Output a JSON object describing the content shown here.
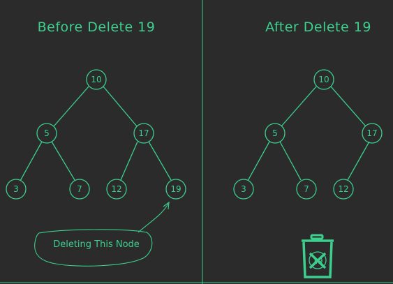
{
  "colors": {
    "background": "#2b2b2b",
    "accent": "#3ccf8e"
  },
  "before": {
    "title": "Before Delete 19",
    "nodes": [
      "10",
      "5",
      "17",
      "3",
      "7",
      "12",
      "19"
    ],
    "callout": "Deleting This Node"
  },
  "after": {
    "title": "After Delete 19",
    "nodes": [
      "10",
      "5",
      "17",
      "3",
      "7",
      "12"
    ],
    "trash_icon": "trash-can-icon",
    "deleted_value": "19"
  }
}
